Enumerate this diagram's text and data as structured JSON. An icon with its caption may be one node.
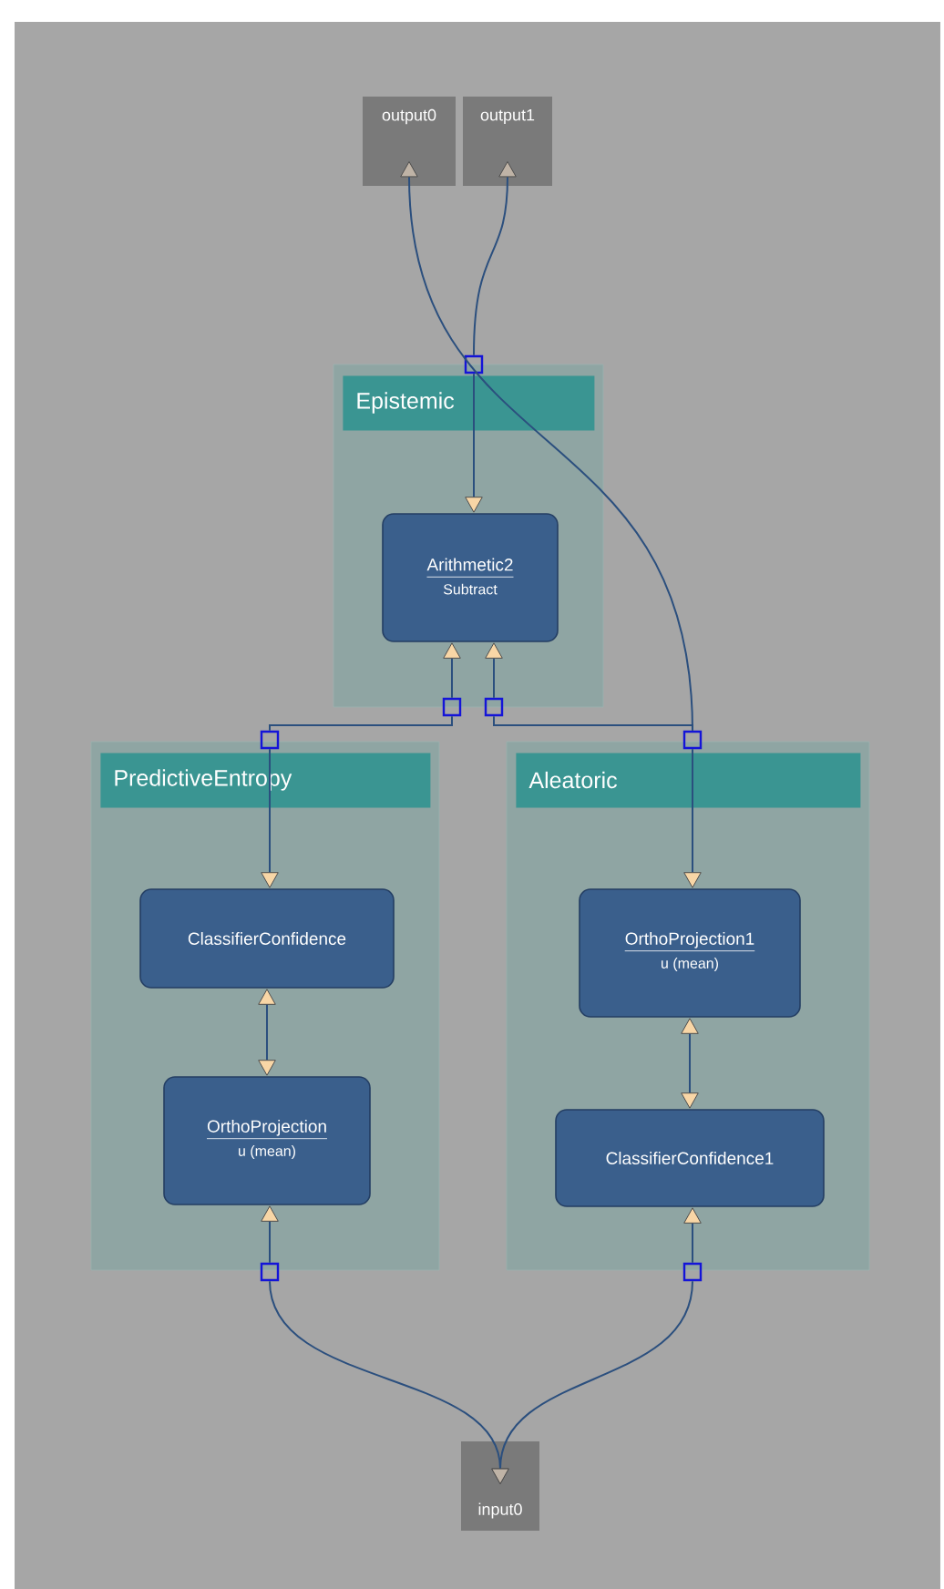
{
  "diagram": {
    "nodes": [
      {
        "text": [
          "output0"
        ]
      },
      {
        "text": [
          "output1"
        ]
      },
      {
        "text": [
          "Epistemic"
        ]
      },
      {
        "text": [
          "Arithmetic2",
          "Subtract"
        ],
        "in": 2
      },
      {
        "text": [],
        "shape": "box"
      },
      {
        "text": [],
        "shape": "box"
      },
      {
        "text": [],
        "shape": "box"
      },
      {
        "text": [
          "PredictiveEntropy"
        ]
      },
      {
        "text": [
          "ClassifierConfidence"
        ],
        "in": 7
      },
      {
        "text": [
          "OrthoProjection",
          "u (mean)"
        ],
        "in": 7
      },
      {
        "text": [
          "Aleatoric"
        ]
      },
      {
        "text": [
          "OrthoProjection1",
          "u (mean)"
        ],
        "in": 10
      },
      {
        "text": [
          "ClassifierConfidence1"
        ],
        "in": 10
      },
      {
        "text": [],
        "shape": "box"
      },
      {
        "text": [],
        "shape": "box"
      },
      {
        "text": [],
        "shape": "box"
      },
      {
        "text": [],
        "shape": "box"
      },
      {
        "text": [
          "input0"
        ]
      }
    ],
    "edges": [
      {
        "from": 14,
        "to": 17,
        "arrow": "to"
      },
      {
        "from": 16,
        "to": 17,
        "arrow": "to"
      },
      {
        "from": 14,
        "to": 9,
        "arrow": "to"
      },
      {
        "from": 9,
        "to": 8,
        "arrow": "both"
      },
      {
        "from": 13,
        "to": 8,
        "arrow": "to"
      },
      {
        "from": 13,
        "to": 5,
        "arrow": "none"
      },
      {
        "from": 5,
        "to": 3,
        "arrow": "to"
      },
      {
        "from": 16,
        "to": 12,
        "arrow": "to"
      },
      {
        "from": 12,
        "to": 11,
        "arrow": "both"
      },
      {
        "from": 15,
        "to": 11,
        "arrow": "to"
      },
      {
        "from": 15,
        "to": 6,
        "arrow": "none"
      },
      {
        "from": 6,
        "to": 3,
        "arrow": "to"
      },
      {
        "from": 15,
        "to": 0,
        "arrow": "to"
      },
      {
        "from": 4,
        "to": 3,
        "arrow": "to"
      },
      {
        "from": 4,
        "to": 1,
        "arrow": "to"
      }
    ]
  }
}
